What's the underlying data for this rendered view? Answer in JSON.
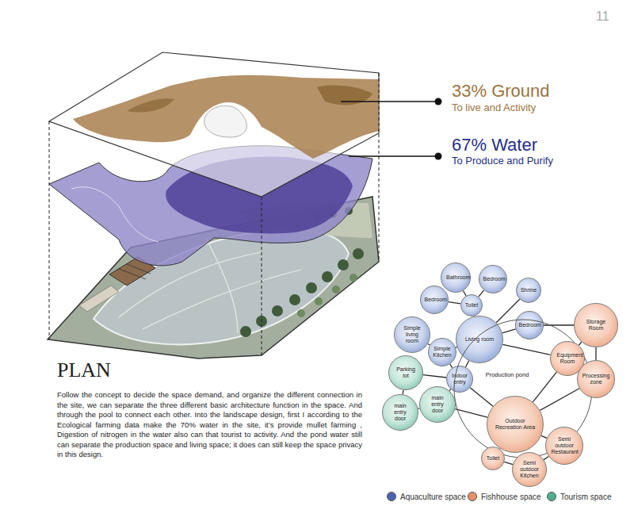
{
  "diagram": {
    "title": "PLAN",
    "nodes": [
      {
        "text": [
          "Bathroom"
        ]
      },
      {
        "text": [
          "Bedroom"
        ]
      },
      {
        "text": [
          "Shrine"
        ]
      },
      {
        "text": [
          "Bedroom"
        ]
      },
      {
        "text": [
          "Toilet"
        ]
      },
      {
        "text": [
          "Living room"
        ]
      },
      {
        "text": [
          "Bedroom"
        ]
      },
      {
        "text": [
          "Simple living room"
        ]
      },
      {
        "text": [
          "Simple Kitchen"
        ]
      },
      {
        "text": [
          "Indoor entry"
        ]
      },
      {
        "text": [
          "Production pond"
        ]
      },
      {
        "text": [
          "Equipment Room"
        ]
      },
      {
        "text": [
          "Storage Room"
        ]
      },
      {
        "text": [
          "Processing zone"
        ]
      },
      {
        "text": [
          "Parking lot"
        ]
      },
      {
        "text": [
          "main entry door"
        ]
      },
      {
        "text": [
          "main entry door"
        ]
      },
      {
        "text": [
          "Outdoor Recreation Area"
        ]
      },
      {
        "text": [
          "Semi outdoor Restaurant"
        ]
      },
      {
        "text": [
          "Toilet"
        ]
      },
      {
        "text": [
          "Semi outdoor Kitchen"
        ]
      }
    ],
    "edges": [
      {
        "from": 0,
        "to": 4,
        "arrow": "none"
      },
      {
        "from": 1,
        "to": 4,
        "arrow": "none"
      },
      {
        "from": 3,
        "to": 4,
        "arrow": "none"
      },
      {
        "from": 4,
        "to": 5,
        "arrow": "none"
      },
      {
        "from": 2,
        "to": 5,
        "arrow": "none"
      },
      {
        "from": 5,
        "to": 6,
        "arrow": "none"
      },
      {
        "from": 7,
        "to": 8,
        "arrow": "none"
      },
      {
        "from": 5,
        "to": 8,
        "arrow": "none"
      },
      {
        "from": 8,
        "to": 9,
        "arrow": "none"
      },
      {
        "from": 5,
        "to": 9,
        "arrow": "none"
      },
      {
        "from": 9,
        "to": 14,
        "arrow": "none"
      },
      {
        "from": 9,
        "to": 15,
        "arrow": "none"
      },
      {
        "from": 14,
        "to": 16,
        "arrow": "none"
      },
      {
        "from": 15,
        "to": 16,
        "arrow": "none"
      },
      {
        "from": 5,
        "to": 11,
        "arrow": "none"
      },
      {
        "from": 6,
        "to": 12,
        "arrow": "none"
      },
      {
        "from": 11,
        "to": 12,
        "arrow": "none"
      },
      {
        "from": 11,
        "to": 13,
        "arrow": "none"
      },
      {
        "from": 12,
        "to": 13,
        "arrow": "none"
      },
      {
        "from": 13,
        "to": 17,
        "arrow": "none"
      },
      {
        "from": 11,
        "to": 17,
        "arrow": "none"
      },
      {
        "from": 9,
        "to": 17,
        "arrow": "none"
      },
      {
        "from": 15,
        "to": 17,
        "arrow": "none"
      },
      {
        "from": 17,
        "to": 18,
        "arrow": "none"
      },
      {
        "from": 17,
        "to": 19,
        "arrow": "none"
      },
      {
        "from": 19,
        "to": 20,
        "arrow": "none"
      },
      {
        "from": 20,
        "to": 18,
        "arrow": "none"
      }
    ],
    "labels": [
      "11",
      "33% Ground",
      "To live and Activity",
      "67% Water",
      "To Produce and Purify",
      "Follow the concept to decide the space demand, and organize the different connection in the site, we can separate the three different basic architecture function in the space. And through the pool to connect each other. Into the landscape design, first I according to the Ecological farming data make the 70% water in the site, it’s provide mullet farming , Digestion of nitrogen in the water also can that tourist to activity. And the pond water still can separate the production space and living space; it does can still keep the space privacy in this design."
    ],
    "legend": [
      {
        "text": "Aquaculture space",
        "color": "#4a64b4"
      },
      {
        "text": "Fishhouse space",
        "color": "#e8906a"
      },
      {
        "text": "Tourism space",
        "color": "#4fae8f"
      }
    ]
  }
}
